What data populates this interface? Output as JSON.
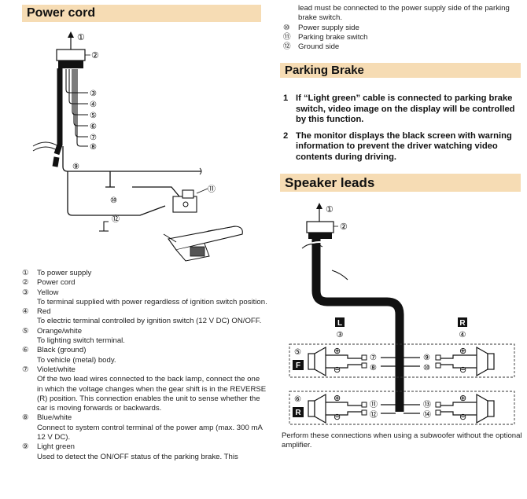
{
  "sections": {
    "power_cord_title": "Power cord",
    "parking_brake_title": "Parking Brake",
    "speaker_leads_title": "Speaker leads"
  },
  "power_cord_diagram": {
    "callouts": [
      "①",
      "②",
      "③",
      "④",
      "⑤",
      "⑥",
      "⑦",
      "⑧",
      "⑨",
      "⑩",
      "⑪",
      "⑫"
    ]
  },
  "legend": [
    {
      "num": "①",
      "lines": [
        "To power supply"
      ]
    },
    {
      "num": "②",
      "lines": [
        "Power cord"
      ]
    },
    {
      "num": "③",
      "lines": [
        "Yellow",
        "To terminal supplied with power regardless of ignition switch position."
      ]
    },
    {
      "num": "④",
      "lines": [
        "Red",
        "To electric terminal controlled by ignition switch (12 V DC) ON/OFF."
      ]
    },
    {
      "num": "⑤",
      "lines": [
        "Orange/white",
        "To lighting switch terminal."
      ]
    },
    {
      "num": "⑥",
      "lines": [
        "Black (ground)",
        "To vehicle (metal) body."
      ]
    },
    {
      "num": "⑦",
      "lines": [
        "Violet/white",
        "Of the two lead wires connected to the back lamp, connect the one in which the voltage changes when the gear shift is in the REVERSE (R) position. This connection enables the unit to sense whether the car is moving forwards or backwards."
      ]
    },
    {
      "num": "⑧",
      "lines": [
        "Blue/white",
        "Connect to system control terminal of the power amp (max. 300 mA 12 V DC)."
      ]
    },
    {
      "num": "⑨",
      "lines": [
        "Light green",
        "Used to detect the ON/OFF status of the parking brake. This"
      ]
    }
  ],
  "top_right": {
    "continuation": "lead must be connected to the power supply side of the parking brake switch.",
    "items": [
      {
        "num": "⑩",
        "text": "Power supply side"
      },
      {
        "num": "⑪",
        "text": "Parking brake switch"
      },
      {
        "num": "⑫",
        "text": "Ground side"
      }
    ]
  },
  "parking_brake_steps": [
    {
      "num": "1",
      "text": "If “Light green” cable is connected to parking brake switch, video image on the display will be controlled by this function."
    },
    {
      "num": "2",
      "text": "The monitor displays the black screen with warning information to prevent the driver watching video contents during driving."
    }
  ],
  "speaker_diagram": {
    "callouts": {
      "c1": "①",
      "c2": "②",
      "c3": "③",
      "c4": "④",
      "c5": "⑤",
      "c6": "⑥",
      "c7": "⑦",
      "c8": "⑧",
      "c9": "⑨",
      "c10": "⑩",
      "c11": "⑪",
      "c12": "⑫",
      "c13": "⑬",
      "c14": "⑭"
    },
    "side_left": "L",
    "side_right": "R",
    "front_label": "F",
    "rear_label": "R",
    "plus": "⊕",
    "minus": "⊖"
  },
  "speaker_note": "Perform these connections when using a subwoofer without the optional amplifier."
}
